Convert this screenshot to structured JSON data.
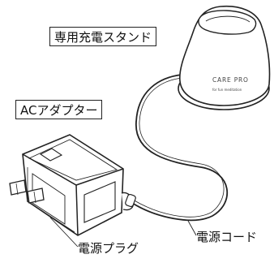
{
  "labels": {
    "stand": "専用充電スタンド",
    "adapter": "ACアダプター",
    "plug": "電源プラグ",
    "cord": "電源コード"
  },
  "stand_brand": {
    "name": "CARE PRO",
    "tagline": "for fun meditation"
  },
  "colors": {
    "line": "#222222",
    "fill": "#ffffff"
  }
}
